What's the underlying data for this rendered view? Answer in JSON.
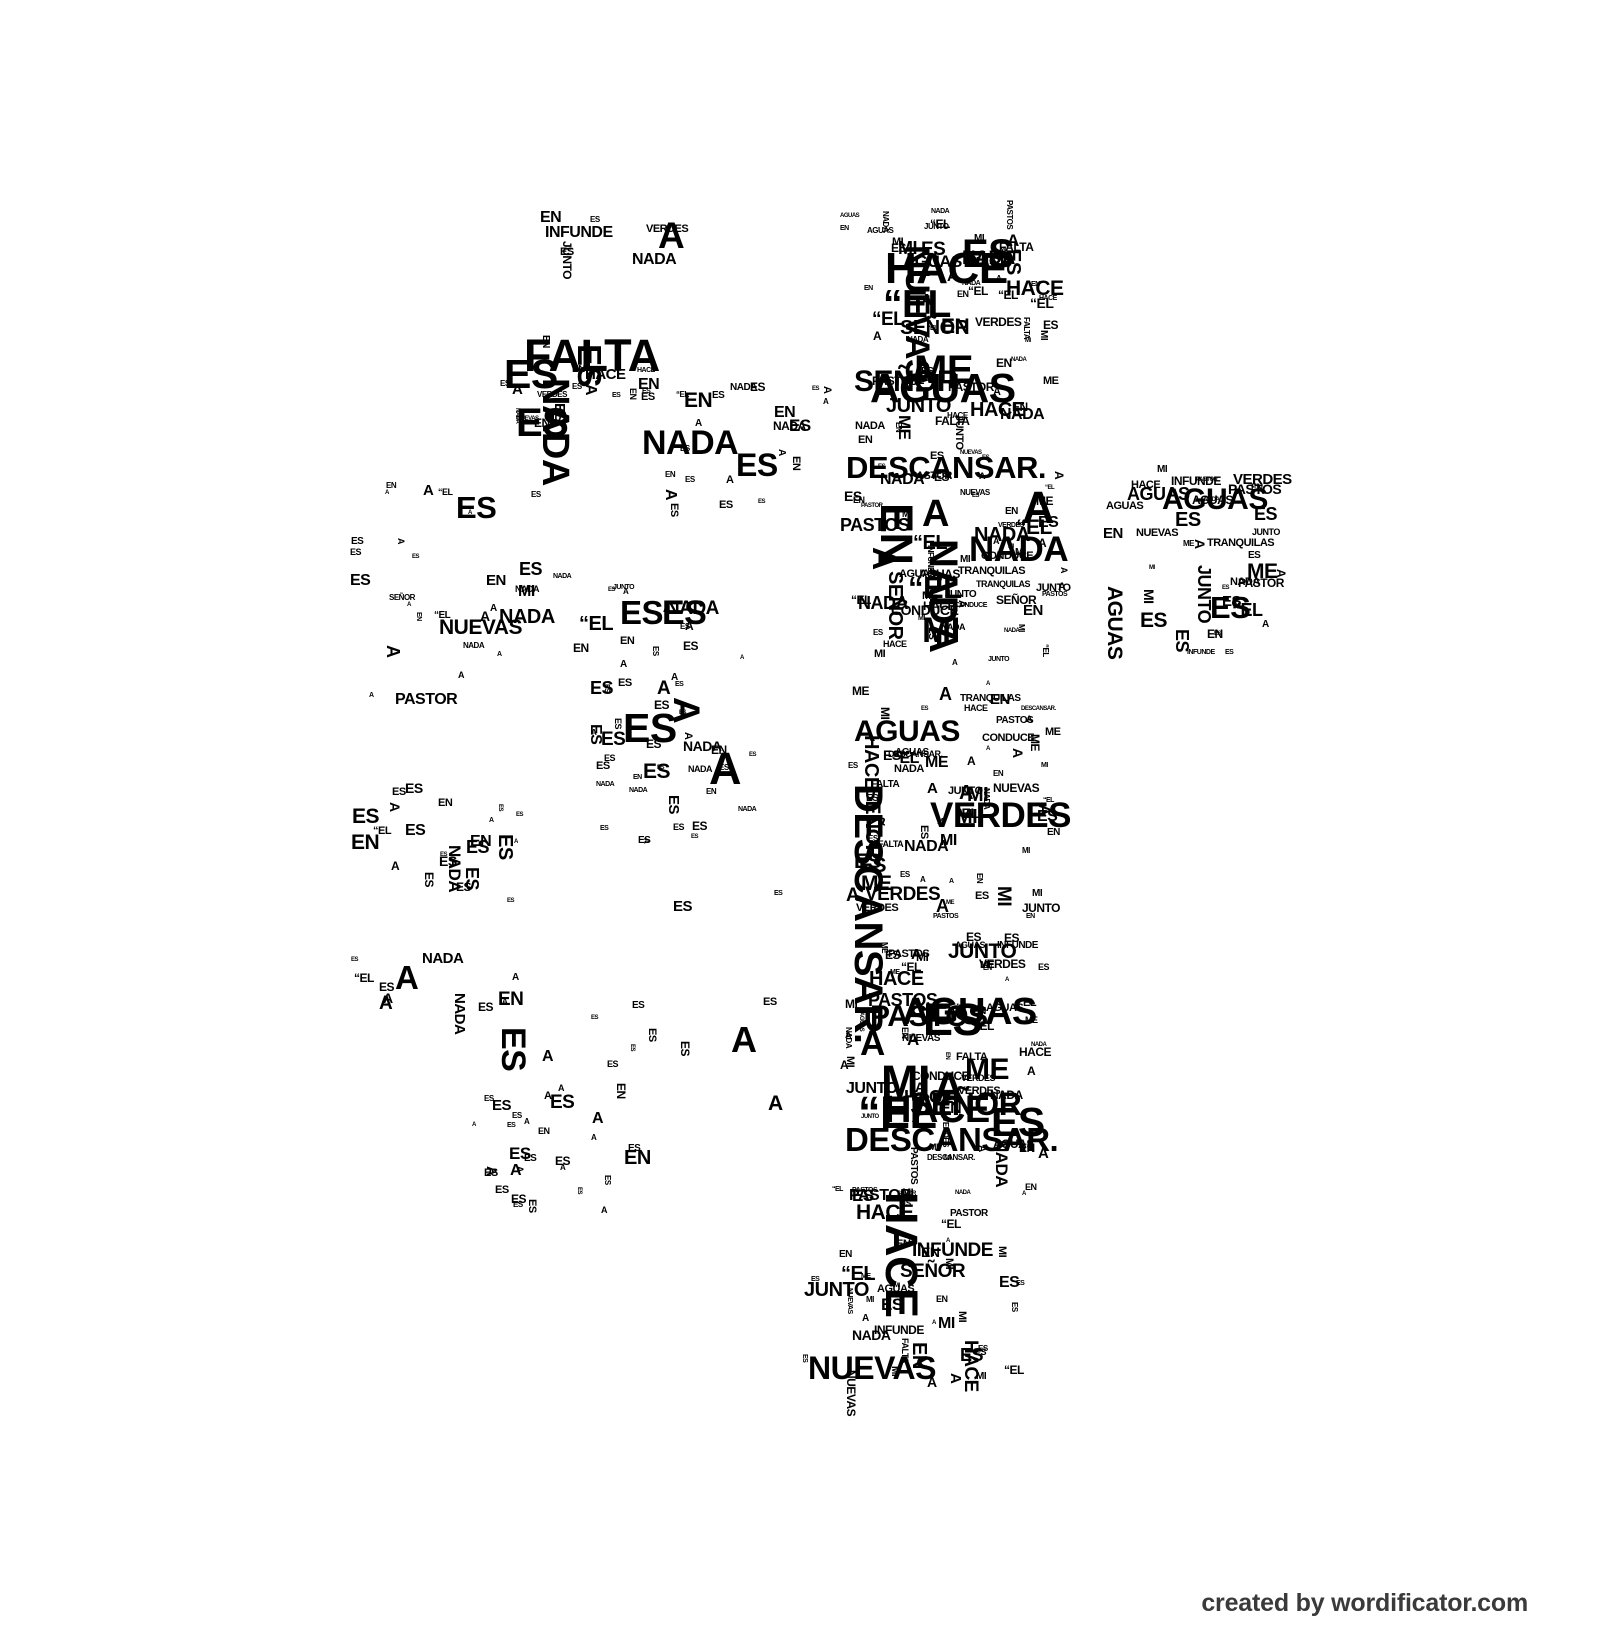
{
  "artwork": {
    "vocabulary": [
      "MI",
      "ES",
      "“EL",
      "NADA",
      "ME",
      "A",
      "EN",
      "HACE",
      "AGUAS",
      "PASTOS",
      "PASTOR",
      "VERDES",
      "NUEVAS",
      "JUNTO",
      "FALTA",
      "SEÑOR",
      "INFUNDE",
      "CONDUCE",
      "DESCANSAR.",
      "TRANQUILAS"
    ],
    "words": [
      "EN",
      "HACE",
      "A",
      "NADA",
      "MI",
      "EN",
      "ES",
      "EN",
      "NADA",
      "AGUAS",
      "PASTOR",
      "PASTOS",
      "NADA",
      "JUNTO",
      "EN",
      "ES",
      "ES",
      "NADA",
      "HACE",
      "NADA",
      "EN",
      "VERDES",
      "A",
      "NADA",
      "EN",
      "A",
      "ES",
      "FALTA",
      "AGUAS",
      "EN",
      "ME",
      "“EL",
      "FALTA",
      "“EL",
      "FALTA",
      "AGUAS",
      "MI",
      "“EL",
      "EN",
      "MI",
      "HACE",
      "SEÑOR",
      "ES",
      "NUEVAS",
      "SEÑOR",
      "ES",
      "ES",
      "“EL",
      "MI",
      "ME",
      "A",
      "A",
      "ME",
      "“EL",
      "A",
      "EN",
      "HACE",
      "NADA",
      "AGUAS",
      "NADA",
      "JUNTO",
      "ME",
      "“EL",
      "HACE",
      "PASTOS",
      "MI",
      "MI",
      "HACE",
      "JUNTO",
      "“EL",
      "ES",
      "PASTOS",
      "NADA",
      "NUEVAS",
      "NUEVAS",
      "EN",
      "ES",
      "“EL",
      "A",
      "ES",
      "INFUNDE",
      "DESCANSAR.",
      "PASTOR",
      "A",
      "NADA",
      "“EL",
      "PASTOR",
      "NADA",
      "TRANQUILAS",
      "MI",
      "EN",
      "MI",
      "SEÑOR",
      "AGUAS",
      "CONDUCE",
      "ME",
      "A",
      "SEÑOR",
      "MI",
      "A",
      "NADA",
      "CONDUCE",
      "MI",
      "A",
      "EN",
      "ES",
      "VERDES",
      "NADA",
      "A",
      "ES",
      "NADA",
      "MI",
      "A",
      "CONDUCE",
      "TRANQUILAS",
      "ES",
      "EN",
      "ES",
      "A",
      "MI",
      "A",
      "MI",
      "JUNTO",
      "HACE",
      "“EL",
      "PASTOS",
      "HACE",
      "A",
      "JUNTO",
      "“EL",
      "NADA",
      "JUNTO",
      "AGUAS",
      "ME",
      "“EL",
      "ES",
      "A",
      "MI",
      "ES",
      "“EL",
      "ES",
      "JUNTO",
      "A",
      "ES",
      "ES",
      "MI",
      "ME",
      "EN",
      "A",
      "ME",
      "ME",
      "MI",
      "FALTA",
      "MI",
      "ME",
      "ES",
      "“EL",
      "MI",
      "MI",
      "EN",
      "MI",
      "ES",
      "EN",
      "A",
      "NADA",
      "HACE",
      "ES",
      "A",
      "ME",
      "A",
      "MI",
      "MI",
      "FALTA",
      "AGUAS",
      "VERDES",
      "NUEVAS",
      "PASTOS",
      "DESCANSAR.",
      "MI",
      "A",
      "“EL",
      "ES",
      "PASTOS",
      "AGUAS",
      "SEÑOR",
      "HACE",
      "DESCANSAR.",
      "“EL",
      "A",
      "CONDUCE",
      "ME",
      "TRANQUILAS",
      "A",
      "ES",
      "NADA",
      "A",
      "VERDES",
      "ES",
      "A",
      "NADA",
      "EN",
      "JUNTO",
      "A",
      "A",
      "EN",
      "VERDES",
      "ES",
      "DESCANSAR.",
      "A",
      "ES",
      "ES",
      "NADA",
      "VERDES",
      "JUNTO",
      "EN",
      "A",
      "A",
      "ES",
      "AGUAS",
      "PASTOS",
      "MI",
      "EN",
      "MI",
      "JUNTO",
      "A",
      "ME",
      "HACE",
      "A",
      "EN",
      "A",
      "HACE",
      "AGUAS",
      "A",
      "“EL",
      "ME",
      "NUEVAS",
      "SEÑOR",
      "VERDES",
      "A",
      "VERDES",
      "CONDUCE",
      "ME",
      "“EL",
      "ES",
      "A",
      "ES",
      "“EL",
      "ME",
      "A",
      "NADA",
      "NADA",
      "AGUAS",
      "MI",
      "A",
      "PASTOS",
      "EN",
      "“EL",
      "EN",
      "PASTOS",
      "DESCANSAR.",
      "NADA",
      "AGUAS",
      "ME",
      "“EL",
      "VERDES",
      "HACE",
      "DESCANSAR.",
      "HACE",
      "A",
      "INFUNDE",
      "AGUAS",
      "MI",
      "MI",
      "ES",
      "PASTOS",
      "ES",
      "MI",
      "JUNTO",
      "FALTA",
      "EN",
      "A",
      "NUEVAS",
      "MI",
      "MI",
      "INFUNDE",
      "EN",
      "ES",
      "MI",
      "ES",
      "EN",
      "EN",
      "HACE",
      "MI",
      "SEÑOR",
      "“EL",
      "ES",
      "HACE",
      "NUEVAS",
      "AGUAS",
      "ES",
      "EN",
      "ES",
      "A",
      "“EL",
      "ES",
      "NADA",
      "MI",
      "ES",
      "NADA",
      "“EL",
      "EN",
      "A",
      "ES",
      "INFUNDE",
      "SEÑOR",
      "PASTOR",
      "A",
      "EN",
      "ES",
      "PASTOR",
      "ES",
      "MI",
      "NUEVAS",
      "PASTOS",
      "MI",
      "ES",
      "A",
      "“EL",
      "MI",
      "FALTA",
      "MI",
      "JUNTO",
      "HACE",
      "ME",
      "A",
      "ME",
      "EN",
      "JUNTO",
      "HACE",
      "ME",
      "PASTOR",
      "AGUAS",
      "A",
      "PASTOS",
      "NADA",
      "NUEVAS",
      "MI",
      "PASTOR",
      "ES",
      "NADA",
      "“EL",
      "ES",
      "AGUAS",
      "AGUAS",
      "AGUAS",
      "ES",
      "A",
      "EN",
      "ES",
      "MI",
      "VERDES",
      "EN",
      "ES",
      "A",
      "AGUAS",
      "MI",
      "ES",
      "TRANQUILAS",
      "INFUNDE",
      "ES",
      "JUNTO",
      "ES",
      "ES",
      "ES",
      "INFUNDE",
      "NADA",
      "EN",
      "JUNTO",
      "VERDES",
      "ES",
      "INFUNDE",
      "ES",
      "A",
      "ES",
      "EN",
      "ES",
      "ES",
      "EN",
      "NUEVAS",
      "EN",
      "EN",
      "EN",
      "A",
      "ES",
      "NADA",
      "HACE",
      "FALTA",
      "ES",
      "HACE",
      "VERDES",
      "ES",
      "NADA",
      "A",
      "ES",
      "ES",
      "A",
      "ES",
      "NUEVAS",
      "A",
      "A",
      "ES",
      "A",
      "“EL",
      "ES",
      "NADA",
      "NADA",
      "EN",
      "NADA",
      "A",
      "PASTOR",
      "MI",
      "“EL",
      "ES",
      "A",
      "ES",
      "A",
      "A",
      "SEÑOR",
      "A",
      "ES",
      "A",
      "EN",
      "ES",
      "EN",
      "A",
      "ES",
      "ES",
      "JUNTO",
      "A",
      "A",
      "ES",
      "ES",
      "NADA",
      "NADA",
      "ES",
      "A",
      "ES",
      "EN",
      "NADA",
      "“EL",
      "ES",
      "ES",
      "A",
      "NADA",
      "ES",
      "ES",
      "ES",
      "ES",
      "NADA",
      "ES",
      "A",
      "EN",
      "EN",
      "ES",
      "EN",
      "NADA",
      "“EL",
      "ES",
      "A",
      "ES",
      "EN",
      "A",
      "ES",
      "A",
      "EN",
      "ES",
      "A",
      "ES",
      "A",
      "ES",
      "NADA",
      "ES",
      "EN",
      "A",
      "ES",
      "ES",
      "NADA",
      "EN",
      "ES",
      "ES",
      "ES",
      "A",
      "A",
      "ES",
      "NADA",
      "ES",
      "NADA",
      "“EL",
      "A",
      "ES",
      "A",
      "EN",
      "ES",
      "A",
      "A",
      "ES",
      "ES",
      "EN",
      "ES",
      "“EL",
      "ES",
      "ES",
      "NADA",
      "A",
      "ES",
      "EN",
      "ES",
      "A",
      "ES",
      "ES",
      "ES",
      "EN",
      "ES",
      "A",
      "ES",
      "NADA",
      "ES",
      "A",
      "ES",
      "ES",
      "A",
      "ES",
      "ES",
      "ES",
      "A",
      "ES",
      "ES",
      "NADA",
      "A",
      "ES",
      "EN",
      "ES",
      "A",
      "ES",
      "ES",
      "A",
      "ES",
      "ES",
      "A",
      "ES",
      "A",
      "ES",
      "ES",
      "ES",
      "A",
      "ES",
      "A",
      "ES",
      "A",
      "ES",
      "ES",
      "A",
      "EN",
      "A",
      "ES",
      "A",
      "ES",
      "A",
      "ES",
      "A",
      "ES",
      "ES",
      "A",
      "ES",
      "ES",
      "A",
      "ES",
      "ES",
      "EN",
      "ES",
      "ES",
      "A",
      "ES",
      "ES",
      "EN",
      "ES",
      "ES",
      "A",
      "ES",
      "ES",
      "A",
      "ES",
      "ES"
    ]
  },
  "footer": {
    "credit": "created by wordificator.com"
  },
  "colors": {
    "background": "#ffffff",
    "text": "#000000",
    "credit": "#3a3a3a"
  }
}
